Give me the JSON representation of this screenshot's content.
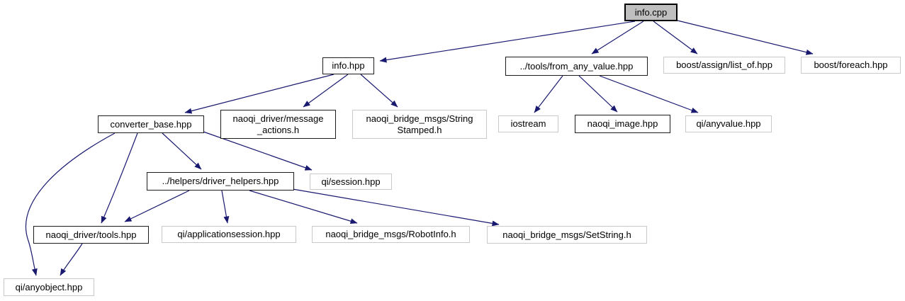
{
  "diagram": {
    "type": "include-dependency-graph",
    "root": "info.cpp",
    "arrow_color": "#191970",
    "root_fill": "#bfbfbf",
    "linked_border_color": "#1c1c1c",
    "plain_border_color": "#c9c9c9",
    "nodes": {
      "info_cpp": {
        "label": "info.cpp"
      },
      "info_hpp": {
        "label": "info.hpp"
      },
      "from_any_value": {
        "label": "../tools/from_any_value.hpp"
      },
      "list_of": {
        "label": "boost/assign/list_of.hpp"
      },
      "foreach": {
        "label": "boost/foreach.hpp"
      },
      "converter_base": {
        "label": "converter_base.hpp"
      },
      "message_actions": {
        "label": "naoqi_driver/message\n_actions.h"
      },
      "string_stamped": {
        "label": "naoqi_bridge_msgs/String\nStamped.h"
      },
      "iostream": {
        "label": "iostream"
      },
      "naoqi_image": {
        "label": "naoqi_image.hpp"
      },
      "anyvalue": {
        "label": "qi/anyvalue.hpp"
      },
      "driver_helpers": {
        "label": "../helpers/driver_helpers.hpp"
      },
      "session": {
        "label": "qi/session.hpp"
      },
      "tools": {
        "label": "naoqi_driver/tools.hpp"
      },
      "applicationsession": {
        "label": "qi/applicationsession.hpp"
      },
      "robotinfo": {
        "label": "naoqi_bridge_msgs/RobotInfo.h"
      },
      "setstring": {
        "label": "naoqi_bridge_msgs/SetString.h"
      },
      "anyobject": {
        "label": "qi/anyobject.hpp"
      }
    },
    "edges": [
      {
        "from": "info.cpp",
        "to": "info.hpp"
      },
      {
        "from": "info.cpp",
        "to": "../tools/from_any_value.hpp"
      },
      {
        "from": "info.cpp",
        "to": "boost/assign/list_of.hpp"
      },
      {
        "from": "info.cpp",
        "to": "boost/foreach.hpp"
      },
      {
        "from": "info.hpp",
        "to": "converter_base.hpp"
      },
      {
        "from": "info.hpp",
        "to": "naoqi_driver/message_actions.h"
      },
      {
        "from": "info.hpp",
        "to": "naoqi_bridge_msgs/StringStamped.h"
      },
      {
        "from": "../tools/from_any_value.hpp",
        "to": "iostream"
      },
      {
        "from": "../tools/from_any_value.hpp",
        "to": "naoqi_image.hpp"
      },
      {
        "from": "../tools/from_any_value.hpp",
        "to": "qi/anyvalue.hpp"
      },
      {
        "from": "converter_base.hpp",
        "to": "qi/anyobject.hpp"
      },
      {
        "from": "converter_base.hpp",
        "to": "naoqi_driver/tools.hpp"
      },
      {
        "from": "converter_base.hpp",
        "to": "../helpers/driver_helpers.hpp"
      },
      {
        "from": "converter_base.hpp",
        "to": "qi/session.hpp"
      },
      {
        "from": "../helpers/driver_helpers.hpp",
        "to": "naoqi_driver/tools.hpp"
      },
      {
        "from": "../helpers/driver_helpers.hpp",
        "to": "qi/applicationsession.hpp"
      },
      {
        "from": "../helpers/driver_helpers.hpp",
        "to": "naoqi_bridge_msgs/RobotInfo.h"
      },
      {
        "from": "../helpers/driver_helpers.hpp",
        "to": "naoqi_bridge_msgs/SetString.h"
      },
      {
        "from": "naoqi_driver/tools.hpp",
        "to": "qi/anyobject.hpp"
      }
    ]
  }
}
